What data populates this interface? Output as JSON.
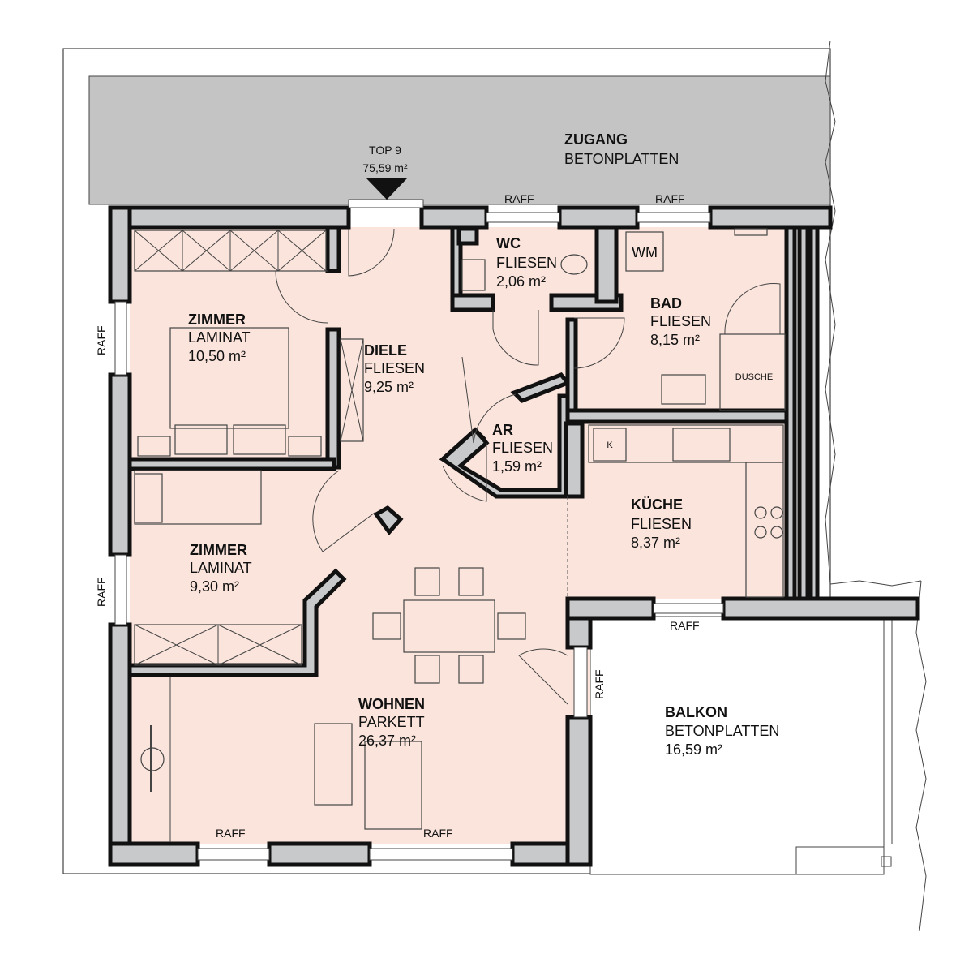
{
  "entrance": {
    "top_label": "TOP 9",
    "top_area": "75,59 m²"
  },
  "zugang": {
    "name": "ZUGANG",
    "material": "BETONPLATTEN"
  },
  "rooms": {
    "wc": {
      "name": "WC",
      "material": "FLIESEN",
      "area": "2,06 m²"
    },
    "bad": {
      "name": "BAD",
      "material": "FLIESEN",
      "area": "8,15 m²"
    },
    "zimmer1": {
      "name": "ZIMMER",
      "material": "LAMINAT",
      "area": "10,50 m²"
    },
    "diele": {
      "name": "DIELE",
      "material": "FLIESEN",
      "area": "9,25 m²"
    },
    "ar": {
      "name": "AR",
      "material": "FLIESEN",
      "area": "1,59 m²"
    },
    "kueche": {
      "name": "KÜCHE",
      "material": "FLIESEN",
      "area": "8,37 m²"
    },
    "zimmer2": {
      "name": "ZIMMER",
      "material": "LAMINAT",
      "area": "9,30 m²"
    },
    "wohnen": {
      "name": "WOHNEN",
      "material": "PARKETT",
      "area": "26,37 m²"
    },
    "balkon": {
      "name": "BALKON",
      "material": "BETONPLATTEN",
      "area": "16,59 m²"
    }
  },
  "fixtures": {
    "wm": "WM",
    "dusche": "DUSCHE",
    "k": "K"
  },
  "raff_label": "RAFF",
  "colors": {
    "room_fill": "#fbe4dc",
    "wall_fill": "#c8c9ca",
    "zugang_fill": "#c4c4c4"
  }
}
